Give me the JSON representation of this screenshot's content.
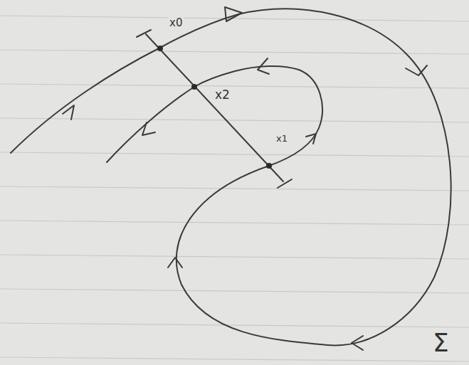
{
  "diagram": {
    "labels": [
      "x0",
      "x2",
      "x1",
      "Σ"
    ]
  }
}
